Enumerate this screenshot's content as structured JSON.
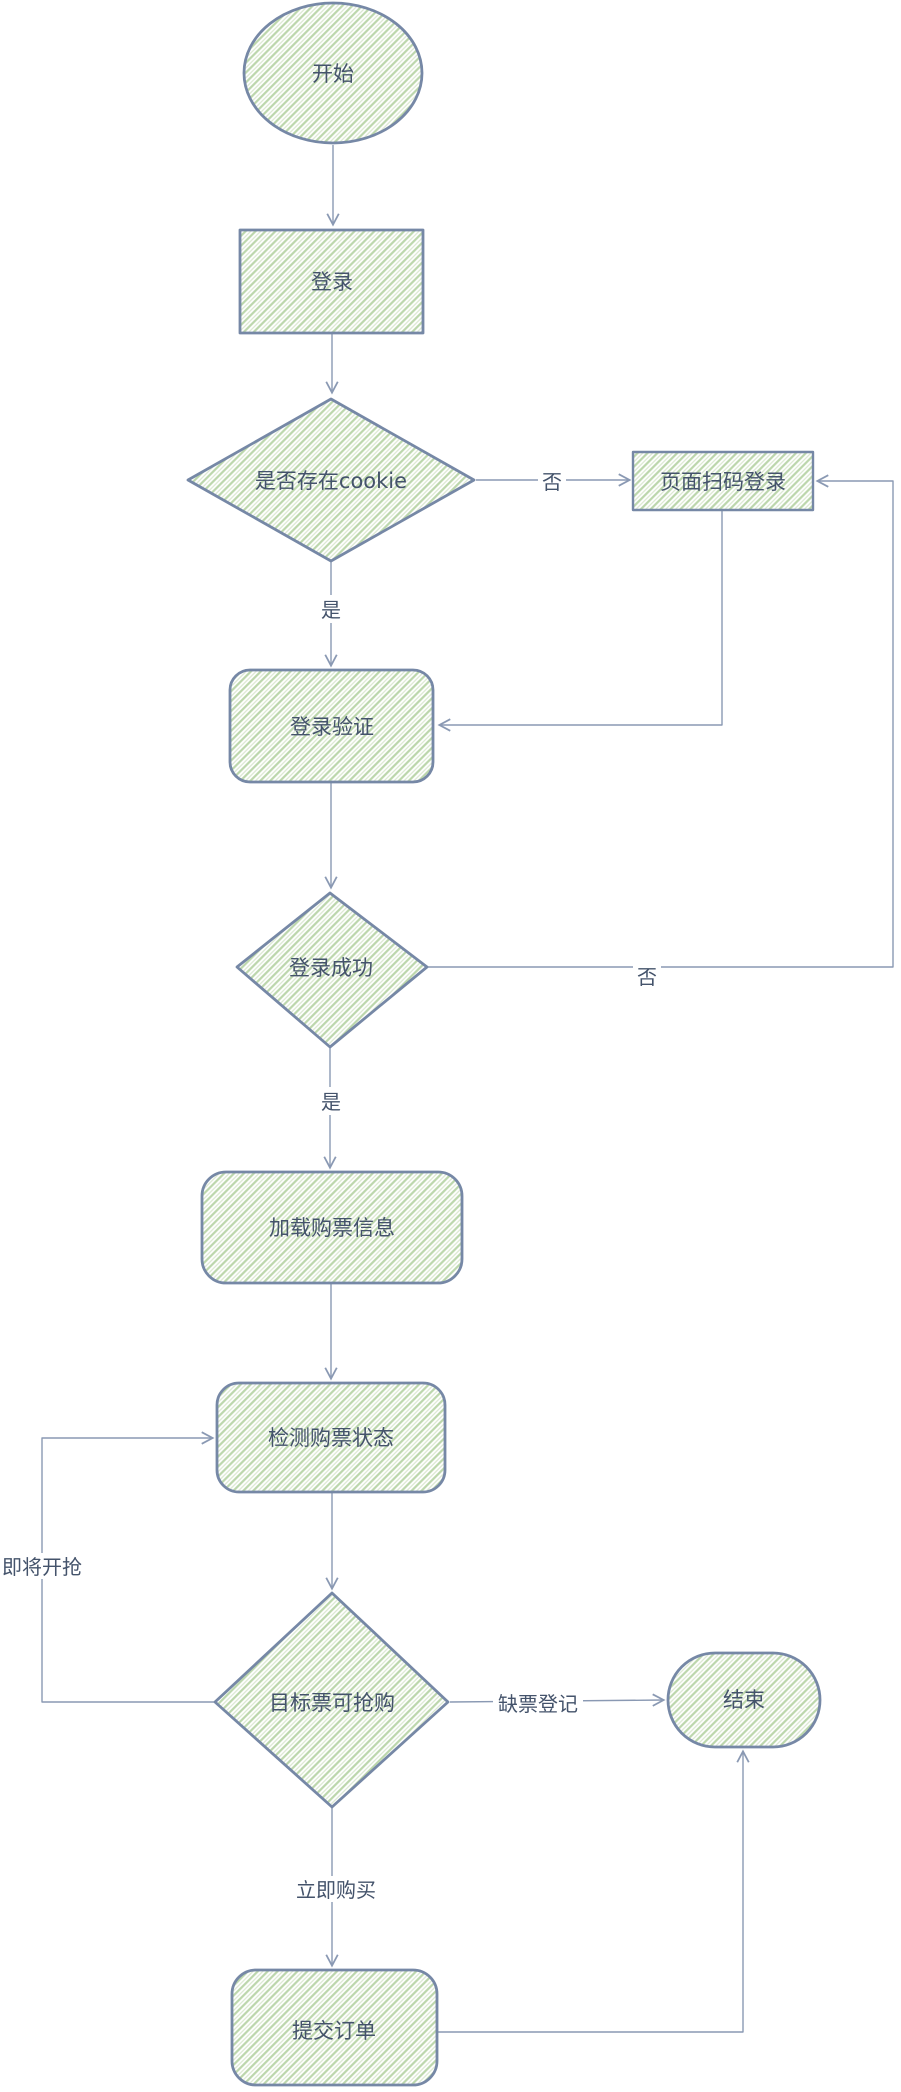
{
  "diagram": {
    "description": "Hand-drawn style flowchart of a ticket purchasing / login bot process",
    "canvas_background": "#ffffff",
    "colors": {
      "node_stroke": "#7688A6",
      "edge_stroke": "#8A99B3",
      "hatch_green": "#BBD6AB",
      "text": "#44536B"
    },
    "nodes": [
      {
        "id": "start",
        "type": "ellipse",
        "label": "开始"
      },
      {
        "id": "login",
        "type": "rect",
        "label": "登录"
      },
      {
        "id": "cookie-check",
        "type": "diamond",
        "label": "是否存在cookie"
      },
      {
        "id": "qr-login",
        "type": "rect",
        "label": "页面扫码登录"
      },
      {
        "id": "login-verify",
        "type": "rounded-rect",
        "label": "登录验证"
      },
      {
        "id": "login-success",
        "type": "diamond",
        "label": "登录成功"
      },
      {
        "id": "load-ticket-info",
        "type": "rounded-rect",
        "label": "加载购票信息"
      },
      {
        "id": "check-ticket-status",
        "type": "rounded-rect",
        "label": "检测购票状态"
      },
      {
        "id": "target-ticket-available",
        "type": "diamond",
        "label": "目标票可抢购"
      },
      {
        "id": "end",
        "type": "stadium",
        "label": "结束"
      },
      {
        "id": "submit-order",
        "type": "rounded-rect",
        "label": "提交订单"
      }
    ],
    "edge_labels": [
      {
        "id": "no-cookie",
        "label": "否"
      },
      {
        "id": "yes-cookie",
        "label": "是"
      },
      {
        "id": "no-login-success",
        "label": "否"
      },
      {
        "id": "yes-login-success",
        "label": "是"
      },
      {
        "id": "about-to-open",
        "label": "即将开抢"
      },
      {
        "id": "ticket-shortage-register",
        "label": "缺票登记"
      },
      {
        "id": "buy-now",
        "label": "立即购买"
      }
    ],
    "connections": [
      "开始 -> 登录",
      "登录 -> 是否存在cookie",
      "是否存在cookie -否-> 页面扫码登录",
      "是否存在cookie -是-> 登录验证",
      "页面扫码登录 -> 登录验证",
      "登录验证 -> 登录成功",
      "登录成功 -否-> 页面扫码登录",
      "登录成功 -是-> 加载购票信息",
      "加载购票信息 -> 检测购票状态",
      "检测购票状态 -> 目标票可抢购",
      "目标票可抢购 -即将开抢-> 检测购票状态",
      "目标票可抢购 -缺票登记-> 结束",
      "目标票可抢购 -立即购买-> 提交订单",
      "提交订单 -> 结束"
    ]
  }
}
